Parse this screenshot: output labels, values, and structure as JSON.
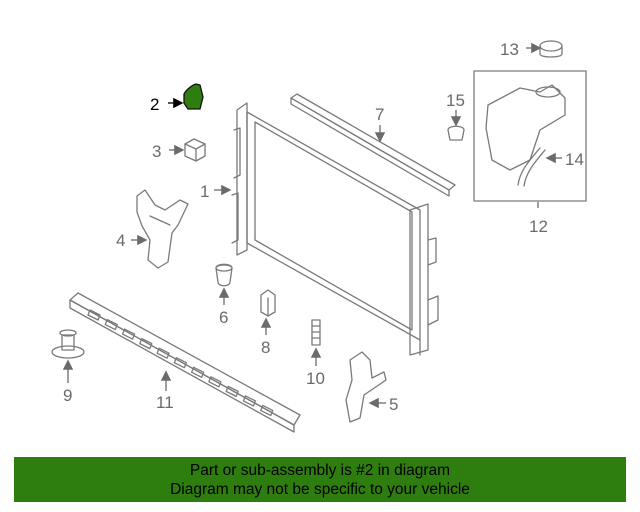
{
  "diagram": {
    "callouts": [
      {
        "id": "1",
        "label": "1"
      },
      {
        "id": "2",
        "label": "2",
        "highlighted": true
      },
      {
        "id": "3",
        "label": "3"
      },
      {
        "id": "4",
        "label": "4"
      },
      {
        "id": "5",
        "label": "5"
      },
      {
        "id": "6",
        "label": "6"
      },
      {
        "id": "7",
        "label": "7"
      },
      {
        "id": "8",
        "label": "8"
      },
      {
        "id": "9",
        "label": "9"
      },
      {
        "id": "10",
        "label": "10"
      },
      {
        "id": "11",
        "label": "11"
      },
      {
        "id": "12",
        "label": "12"
      },
      {
        "id": "13",
        "label": "13"
      },
      {
        "id": "14",
        "label": "14"
      },
      {
        "id": "15",
        "label": "15"
      }
    ],
    "highlight_color": "#2e7d0f",
    "line_color": "#7a7a7a"
  },
  "footer": {
    "line1": "Part or sub-assembly is #2 in diagram",
    "line2": "Diagram may not be specific to your vehicle",
    "background": "#2e7d0f"
  }
}
